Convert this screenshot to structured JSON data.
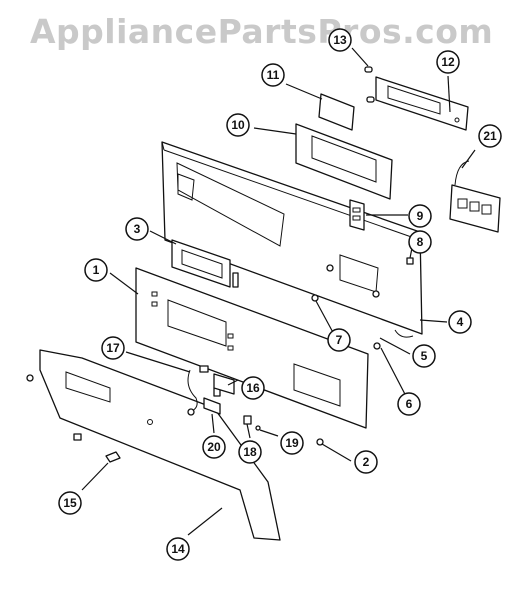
{
  "watermark": "AppliancePartsPros.com",
  "callouts": [
    {
      "id": "callout-1",
      "label": "1"
    },
    {
      "id": "callout-2",
      "label": "2"
    },
    {
      "id": "callout-3",
      "label": "3"
    },
    {
      "id": "callout-4",
      "label": "4"
    },
    {
      "id": "callout-5",
      "label": "5"
    },
    {
      "id": "callout-6",
      "label": "6"
    },
    {
      "id": "callout-7",
      "label": "7"
    },
    {
      "id": "callout-8",
      "label": "8"
    },
    {
      "id": "callout-9",
      "label": "9"
    },
    {
      "id": "callout-10",
      "label": "10"
    },
    {
      "id": "callout-11",
      "label": "11"
    },
    {
      "id": "callout-12",
      "label": "12"
    },
    {
      "id": "callout-13",
      "label": "13"
    },
    {
      "id": "callout-14",
      "label": "14"
    },
    {
      "id": "callout-15",
      "label": "15"
    },
    {
      "id": "callout-16",
      "label": "16"
    },
    {
      "id": "callout-17",
      "label": "17"
    },
    {
      "id": "callout-18",
      "label": "18"
    },
    {
      "id": "callout-19",
      "label": "19"
    },
    {
      "id": "callout-20",
      "label": "20"
    },
    {
      "id": "callout-21",
      "label": "21"
    }
  ]
}
